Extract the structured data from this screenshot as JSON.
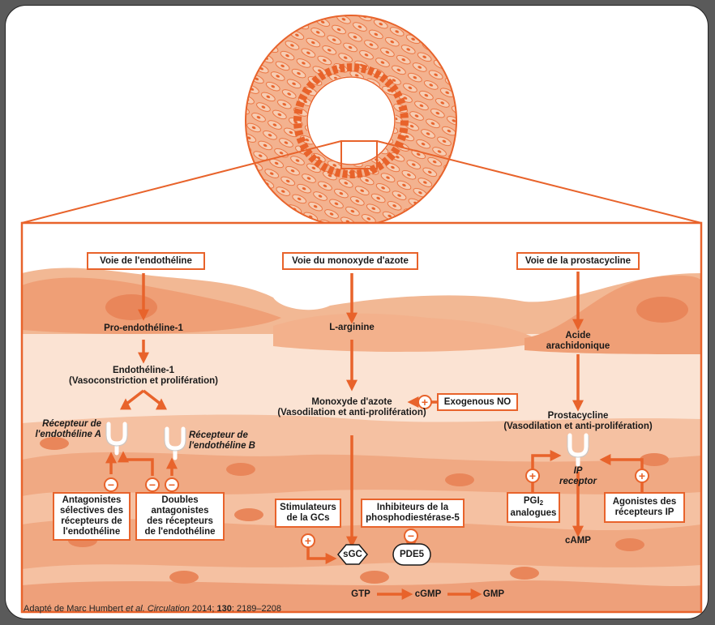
{
  "pathways": {
    "endothelin": "Voie de l'endothéline",
    "no": "Voie du monoxyde d'azote",
    "prostacyclin": "Voie de la prostacycline"
  },
  "endothelin": {
    "pro": "Pro-endothéline-1",
    "et1_line1": "Endothéline-1",
    "et1_line2": "(Vasoconstriction et prolifération)",
    "receptor_a_line1": "Récepteur de",
    "receptor_a_line2": "l'endothéline A",
    "receptor_b_line1": "Récepteur de",
    "receptor_b_line2": "l'endothéline B",
    "selective_line1": "Antagonistes",
    "selective_line2": "sélectives des",
    "selective_line3": "récepteurs de",
    "selective_line4": "l'endothéline",
    "dual_line1": "Doubles",
    "dual_line2": "antagonistes",
    "dual_line3": "des récepteurs",
    "dual_line4": "de l'endothéline"
  },
  "no_path": {
    "larginine": "L-arginine",
    "no_line1": "Monoxyde d'azote",
    "no_line2": "(Vasodilation et anti-prolifération)",
    "exogenous": "Exogenous NO",
    "stim_line1": "Stimulateurs",
    "stim_line2": "de la GCs",
    "inhib_line1": "Inhibiteurs de la",
    "inhib_line2": "phosphodiestérase-5",
    "sgc": "sGC",
    "pde5": "PDE5",
    "gtp": "GTP",
    "cgmp": "cGMP",
    "gmp": "GMP"
  },
  "prostacyclin": {
    "acid_line1": "Acide",
    "acid_line2": "arachidonique",
    "pc_line1": "Prostacycline",
    "pc_line2": "(Vasodilation et anti-prolifération)",
    "ip_line1": "IP",
    "ip_line2": "receptor",
    "pgi_pre": "PGI",
    "pgi_sub": "2",
    "pgi_line2": "analogues",
    "agon_line1": "Agonistes des",
    "agon_line2": "récepteurs IP",
    "camp": "cAMP"
  },
  "signs": {
    "plus": "+",
    "minus": "−"
  },
  "citation": {
    "pre": "Adapté de Marc Humbert ",
    "etal": "et al.",
    "journal": " Circulation",
    "year": " 2014; ",
    "vol": "130",
    "pages": ": 2189–2208"
  },
  "colors": {
    "accent": "#e8632b",
    "tissue_dark": "#eba37f",
    "tissue_mid": "#f2be9f",
    "tissue_light": "#f9dcc8"
  }
}
